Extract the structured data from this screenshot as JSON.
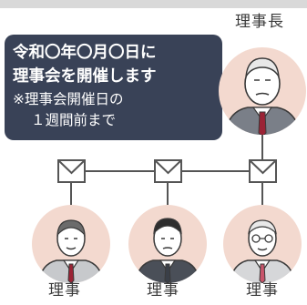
{
  "chairperson": {
    "label": "理事長"
  },
  "bubble": {
    "line1": "令和〇年〇月〇日に",
    "line2": "理事会を開催します",
    "note_line1": "※理事会開催日の",
    "note_line2": "１週間前まで"
  },
  "members": [
    {
      "label": "理事"
    },
    {
      "label": "理事"
    },
    {
      "label": "理事"
    }
  ],
  "colors": {
    "bubble": "#394257",
    "avatar_bg": "#f3d9cf",
    "line": "#555555"
  }
}
